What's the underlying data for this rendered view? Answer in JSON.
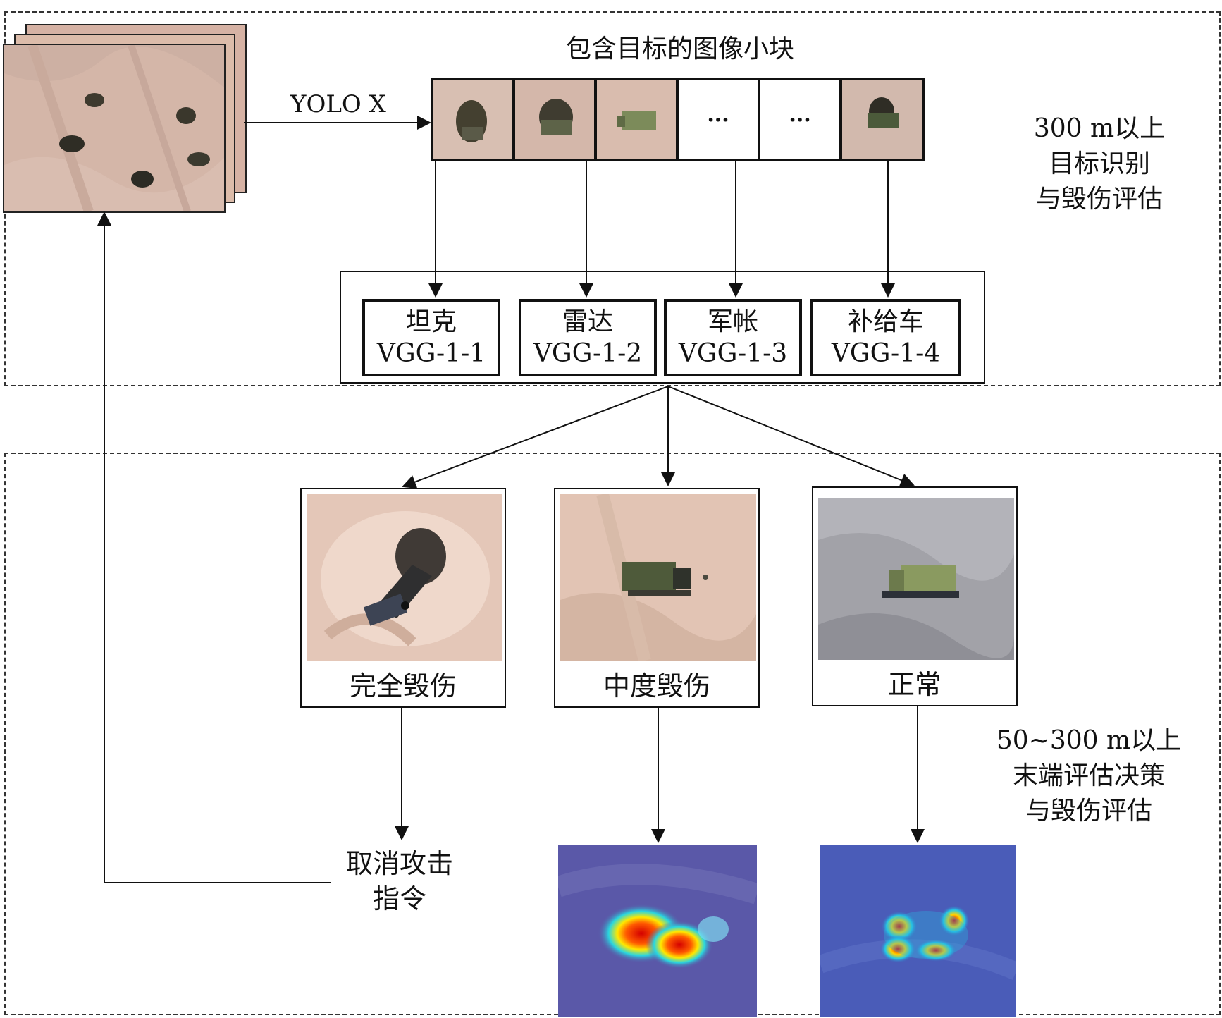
{
  "diagram": {
    "patches_title": "包含目标的图像小块",
    "yolo_label": "YOLO X",
    "ellipsis": "···",
    "stage1_label": [
      "300 m以上",
      "目标识别",
      "与毁伤评估"
    ],
    "stage2_label": [
      "50~300 m以上",
      "末端评估决策",
      "与毁伤评估"
    ],
    "classifiers": [
      {
        "name": "坦克",
        "model": "VGG-1-1"
      },
      {
        "name": "雷达",
        "model": "VGG-1-2"
      },
      {
        "name": "军帐",
        "model": "VGG-1-3"
      },
      {
        "name": "补给车",
        "model": "VGG-1-4"
      }
    ],
    "damage_levels": [
      {
        "label": "完全毁伤"
      },
      {
        "label": "中度毁伤"
      },
      {
        "label": "正常"
      }
    ],
    "cancel_label": [
      "取消攻击",
      "指令"
    ],
    "colors": {
      "line": "#111111",
      "desert": "#d9b9a6",
      "gray_ground": "#9a9aa0",
      "heatmap_bg": "#5a58a8",
      "vehicle": "#6e7d4c"
    }
  }
}
